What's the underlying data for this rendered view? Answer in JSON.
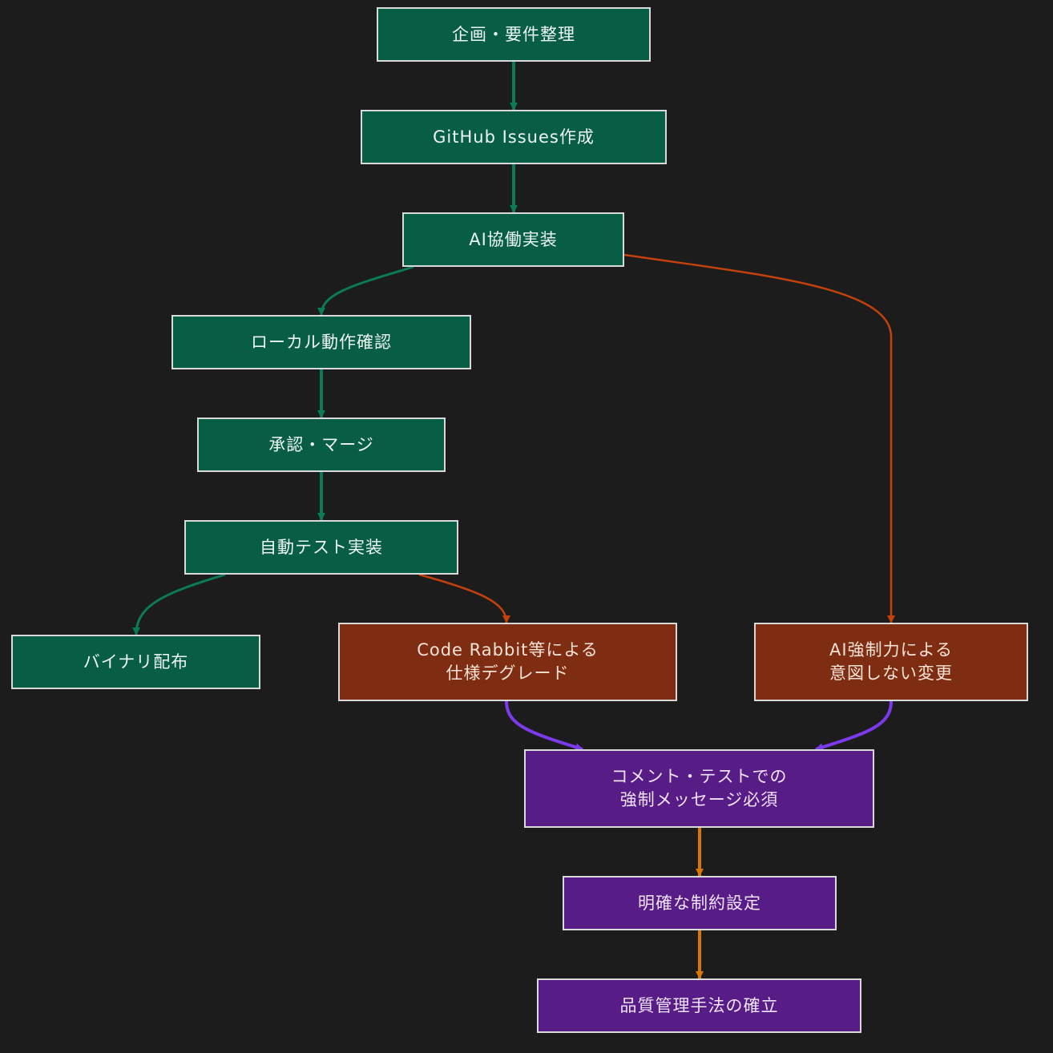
{
  "colors": {
    "background": "#1c1c1c",
    "green_node": "#075e45",
    "red_node": "#7e2d12",
    "purple_node": "#581c87",
    "green_edge": "#0b7a58",
    "red_edge": "#c2410c",
    "purple_edge": "#7c3aed",
    "orange_edge": "#d97706",
    "border": "#d9d9d9"
  },
  "nodes": {
    "planning": {
      "lines": [
        "企画・要件整理"
      ]
    },
    "issues": {
      "lines": [
        "GitHub Issues作成"
      ]
    },
    "ai_impl": {
      "lines": [
        "AI協働実装"
      ]
    },
    "local_check": {
      "lines": [
        "ローカル動作確認"
      ]
    },
    "approve_merge": {
      "lines": [
        "承認・マージ"
      ]
    },
    "auto_test": {
      "lines": [
        "自動テスト実装"
      ]
    },
    "binary_dist": {
      "lines": [
        "バイナリ配布"
      ]
    },
    "code_rabbit": {
      "lines": [
        "Code Rabbit等による",
        "仕様デグレード"
      ]
    },
    "ai_forced": {
      "lines": [
        "AI強制力による",
        "意図しない変更"
      ]
    },
    "forced_msg": {
      "lines": [
        "コメント・テストでの",
        "強制メッセージ必須"
      ]
    },
    "constraints": {
      "lines": [
        "明確な制約設定"
      ]
    },
    "quality_mgmt": {
      "lines": [
        "品質管理手法の確立"
      ]
    }
  },
  "edges": [
    {
      "from": "planning",
      "to": "issues",
      "color": "green"
    },
    {
      "from": "issues",
      "to": "ai_impl",
      "color": "green"
    },
    {
      "from": "ai_impl",
      "to": "local_check",
      "color": "green"
    },
    {
      "from": "ai_impl",
      "to": "ai_forced",
      "color": "red"
    },
    {
      "from": "local_check",
      "to": "approve_merge",
      "color": "green"
    },
    {
      "from": "approve_merge",
      "to": "auto_test",
      "color": "green"
    },
    {
      "from": "auto_test",
      "to": "binary_dist",
      "color": "green"
    },
    {
      "from": "auto_test",
      "to": "code_rabbit",
      "color": "red"
    },
    {
      "from": "code_rabbit",
      "to": "forced_msg",
      "color": "purple"
    },
    {
      "from": "ai_forced",
      "to": "forced_msg",
      "color": "purple"
    },
    {
      "from": "forced_msg",
      "to": "constraints",
      "color": "orange"
    },
    {
      "from": "constraints",
      "to": "quality_mgmt",
      "color": "orange"
    }
  ]
}
